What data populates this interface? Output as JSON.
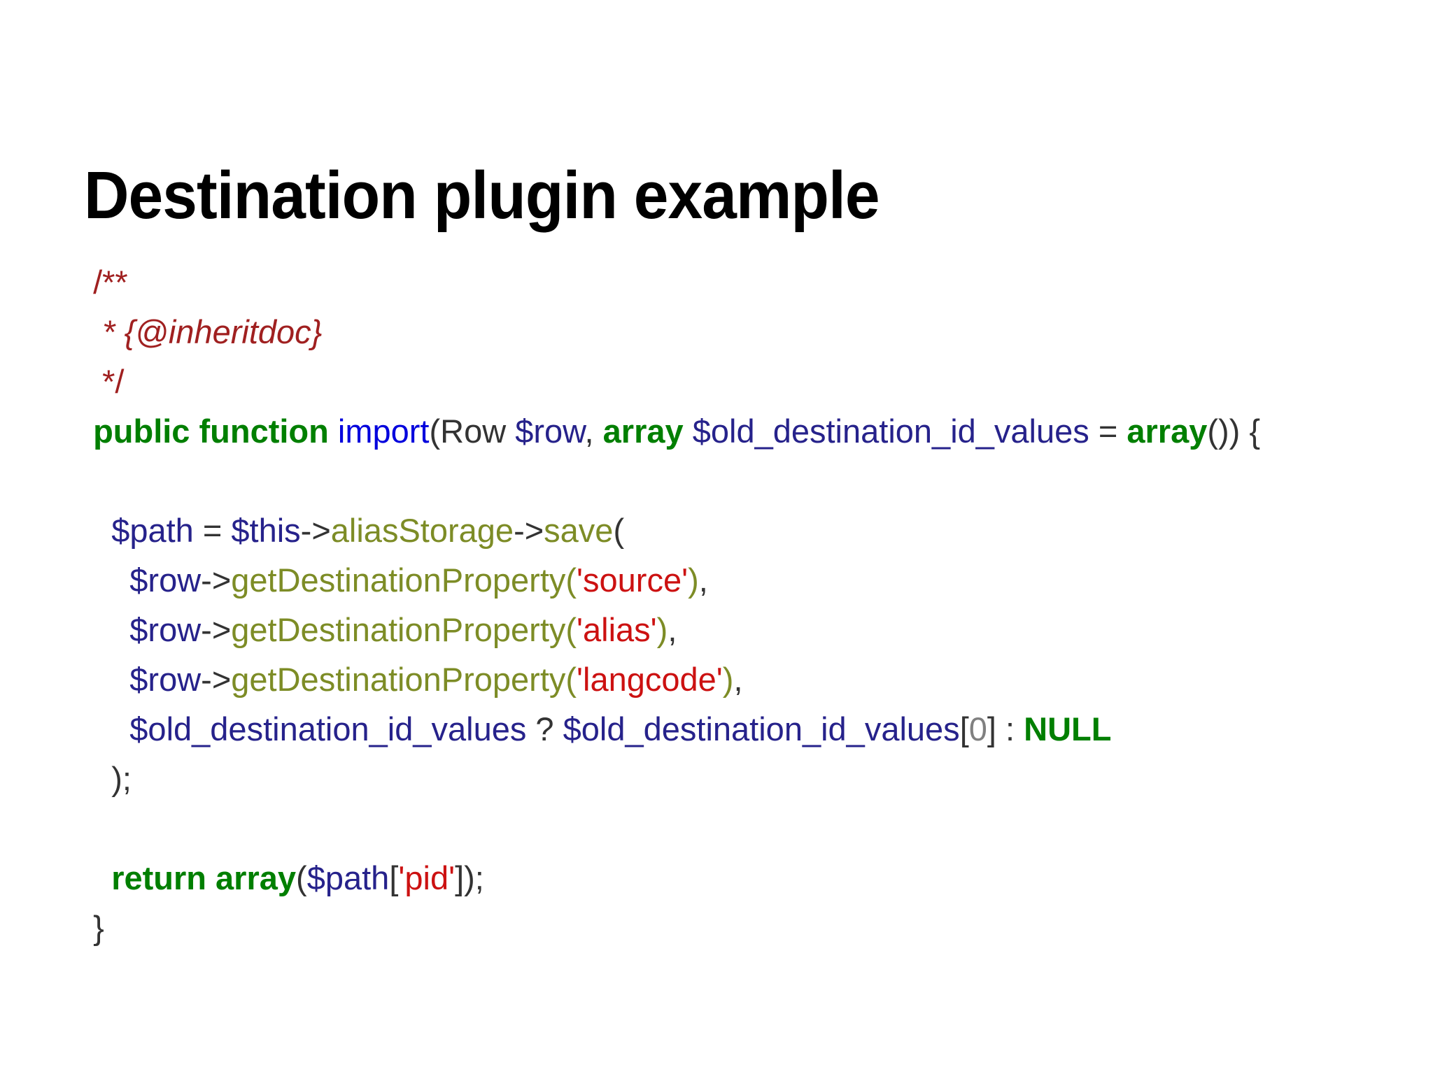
{
  "slide": {
    "title": "Destination plugin example",
    "background_color": "#ffffff"
  },
  "palette": {
    "comment": "#A02020",
    "keyword": "#007F00",
    "function_name": "#0000DD",
    "variable": "#26228B",
    "method": "#7D8C26",
    "string": "#CC1111",
    "punctuation": "#333333",
    "number": "#808080",
    "title": "#000000"
  },
  "code": {
    "language": "php",
    "lines": [
      {
        "id": "line-doc-open",
        "tokens": [
          {
            "t": "comment",
            "v": " /**"
          }
        ]
      },
      {
        "id": "line-doc-inheritdoc",
        "tokens": [
          {
            "t": "comment-i",
            "v": "  * {@inheritdoc}"
          }
        ]
      },
      {
        "id": "line-doc-close",
        "tokens": [
          {
            "t": "comment",
            "v": "  */"
          }
        ]
      },
      {
        "id": "line-signature",
        "tokens": [
          {
            "t": "plain",
            "v": " "
          },
          {
            "t": "keyword",
            "v": "public function"
          },
          {
            "t": "plain",
            "v": " "
          },
          {
            "t": "func",
            "v": "import"
          },
          {
            "t": "punct",
            "v": "("
          },
          {
            "t": "plain",
            "v": "Row "
          },
          {
            "t": "var",
            "v": "$row"
          },
          {
            "t": "punct",
            "v": ", "
          },
          {
            "t": "keyword",
            "v": "array"
          },
          {
            "t": "plain",
            "v": " "
          },
          {
            "t": "var",
            "v": "$old_destination_id_values"
          },
          {
            "t": "punct",
            "v": " = "
          },
          {
            "t": "keyword",
            "v": "array"
          },
          {
            "t": "punct",
            "v": "()) {"
          }
        ]
      },
      {
        "id": "line-blank-1",
        "blank": true,
        "tokens": []
      },
      {
        "id": "line-path-assign",
        "tokens": [
          {
            "t": "plain",
            "v": "   "
          },
          {
            "t": "var",
            "v": "$path"
          },
          {
            "t": "punct",
            "v": " = "
          },
          {
            "t": "var",
            "v": "$this"
          },
          {
            "t": "punct",
            "v": "->"
          },
          {
            "t": "method",
            "v": "aliasStorage"
          },
          {
            "t": "punct",
            "v": "->"
          },
          {
            "t": "method",
            "v": "save"
          },
          {
            "t": "punct",
            "v": "("
          }
        ]
      },
      {
        "id": "line-arg-source",
        "tokens": [
          {
            "t": "plain",
            "v": "     "
          },
          {
            "t": "var",
            "v": "$row"
          },
          {
            "t": "punct",
            "v": "->"
          },
          {
            "t": "method",
            "v": "getDestinationProperty"
          },
          {
            "t": "method",
            "v": "("
          },
          {
            "t": "string",
            "v": "'source'"
          },
          {
            "t": "method",
            "v": ")"
          },
          {
            "t": "punct",
            "v": ","
          }
        ]
      },
      {
        "id": "line-arg-alias",
        "tokens": [
          {
            "t": "plain",
            "v": "     "
          },
          {
            "t": "var",
            "v": "$row"
          },
          {
            "t": "punct",
            "v": "->"
          },
          {
            "t": "method",
            "v": "getDestinationProperty"
          },
          {
            "t": "method",
            "v": "("
          },
          {
            "t": "string",
            "v": "'alias'"
          },
          {
            "t": "method",
            "v": ")"
          },
          {
            "t": "punct",
            "v": ","
          }
        ]
      },
      {
        "id": "line-arg-langcode",
        "tokens": [
          {
            "t": "plain",
            "v": "     "
          },
          {
            "t": "var",
            "v": "$row"
          },
          {
            "t": "punct",
            "v": "->"
          },
          {
            "t": "method",
            "v": "getDestinationProperty"
          },
          {
            "t": "method",
            "v": "("
          },
          {
            "t": "string",
            "v": "'langcode'"
          },
          {
            "t": "method",
            "v": ")"
          },
          {
            "t": "punct",
            "v": ","
          }
        ]
      },
      {
        "id": "line-arg-ternary",
        "tokens": [
          {
            "t": "plain",
            "v": "     "
          },
          {
            "t": "var",
            "v": "$old_destination_id_values"
          },
          {
            "t": "punct",
            "v": " ? "
          },
          {
            "t": "var",
            "v": "$old_destination_id_values"
          },
          {
            "t": "punct",
            "v": "["
          },
          {
            "t": "num",
            "v": "0"
          },
          {
            "t": "punct",
            "v": "]"
          },
          {
            "t": "punct",
            "v": " : "
          },
          {
            "t": "keyword",
            "v": "NULL"
          }
        ]
      },
      {
        "id": "line-call-close",
        "tokens": [
          {
            "t": "plain",
            "v": "   "
          },
          {
            "t": "punct",
            "v": ");"
          }
        ]
      },
      {
        "id": "line-blank-2",
        "blank": true,
        "tokens": []
      },
      {
        "id": "line-return",
        "tokens": [
          {
            "t": "plain",
            "v": "   "
          },
          {
            "t": "keyword",
            "v": "return array"
          },
          {
            "t": "punct",
            "v": "("
          },
          {
            "t": "var",
            "v": "$path"
          },
          {
            "t": "punct",
            "v": "["
          },
          {
            "t": "string",
            "v": "'pid'"
          },
          {
            "t": "punct",
            "v": "]);"
          }
        ]
      },
      {
        "id": "line-method-close",
        "tokens": [
          {
            "t": "plain",
            "v": " "
          },
          {
            "t": "punct",
            "v": "}"
          }
        ]
      }
    ]
  }
}
